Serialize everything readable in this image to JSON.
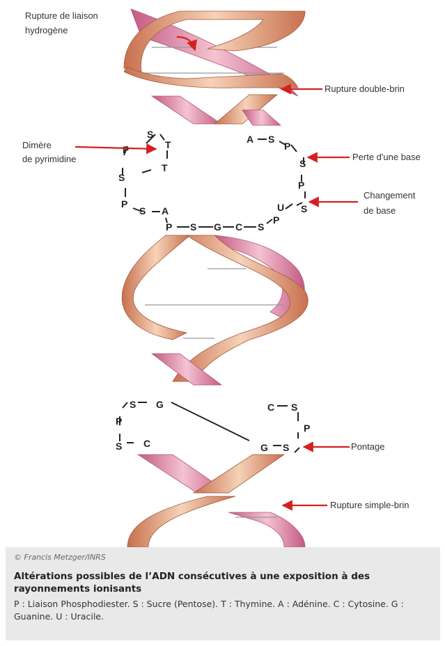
{
  "diagram": {
    "labels": {
      "hydrogen_bond_rupture_line1": "Rupture de liaison",
      "hydrogen_bond_rupture_line2": "hydrogène",
      "double_strand_break": "Rupture double-brin",
      "pyrimidine_dimer_line1": "Dimère",
      "pyrimidine_dimer_line2": "de pyrimidine",
      "base_loss": "Perte d'une base",
      "base_change_line1": "Changement",
      "base_change_line2": "de base",
      "crosslink": "Pontage",
      "single_strand_break": "Rupture simple-brin"
    },
    "sequence_letters": {
      "P": "P",
      "S": "S",
      "T": "T",
      "A": "A",
      "G": "G",
      "C": "C",
      "U": "U"
    },
    "colors": {
      "arrow": "#d42020",
      "ribbon_orange": "#e8a47e",
      "ribbon_pink": "#d9739a",
      "ribbon_edge": "#b06048"
    }
  },
  "caption": {
    "credit": "© Francis Metzger/INRS",
    "title": "Altérations possibles de l’ADN consécutives à une exposition à des rayonnements ionisants",
    "legend": "P : Liaison Phosphodiester. S : Sucre (Pentose). T : Thymine. A : Adénine. C : Cytosine. G : Guanine. U : Uracile."
  }
}
